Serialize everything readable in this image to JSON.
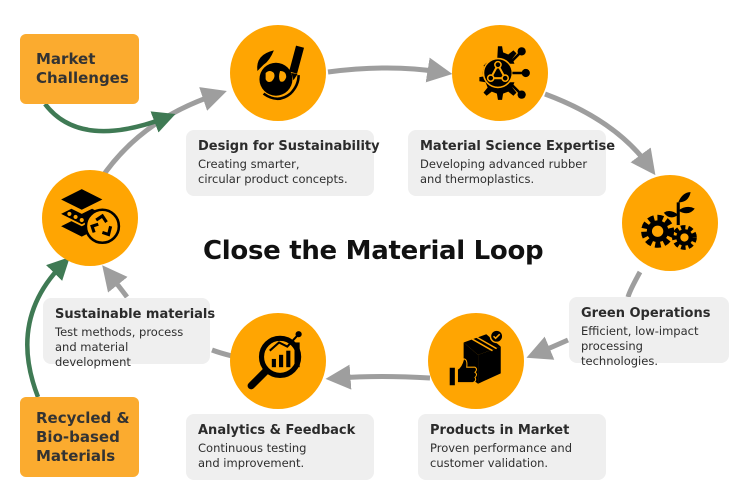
{
  "title": "Close the Material Loop",
  "colors": {
    "node": "#ffa502",
    "tag": "#fbab2f",
    "card": "#efefef",
    "cycle_arrow": "#9e9e9e",
    "input_arrow": "#3f7a54"
  },
  "inputs": [
    {
      "label": "Market\nChallenges",
      "target": "Design for Sustainability"
    },
    {
      "label": "Recycled &\nBio-based\nMaterials",
      "target": "Sustainable materials"
    }
  ],
  "stages": [
    {
      "icon": "globe-leaf-pencil-icon",
      "title": "Design for Sustainability",
      "desc": "Creating smarter,\ncircular product concepts."
    },
    {
      "icon": "gear-molecule-icon",
      "title": "Material Science Expertise",
      "desc": "Developing advanced rubber\nand thermoplastics."
    },
    {
      "icon": "gears-sprout-icon",
      "title": "Green Operations",
      "desc": "Efficient, low-impact\nprocessing technologies."
    },
    {
      "icon": "box-thumbs-up-icon",
      "title": "Products in Market",
      "desc": "Proven performance and\ncustomer validation."
    },
    {
      "icon": "magnifier-chart-icon",
      "title": "Analytics & Feedback",
      "desc": "Continuous testing\nand improvement."
    },
    {
      "icon": "layers-recycle-icon",
      "title": "Sustainable materials",
      "desc": "Test methods, process\nand material development"
    }
  ]
}
